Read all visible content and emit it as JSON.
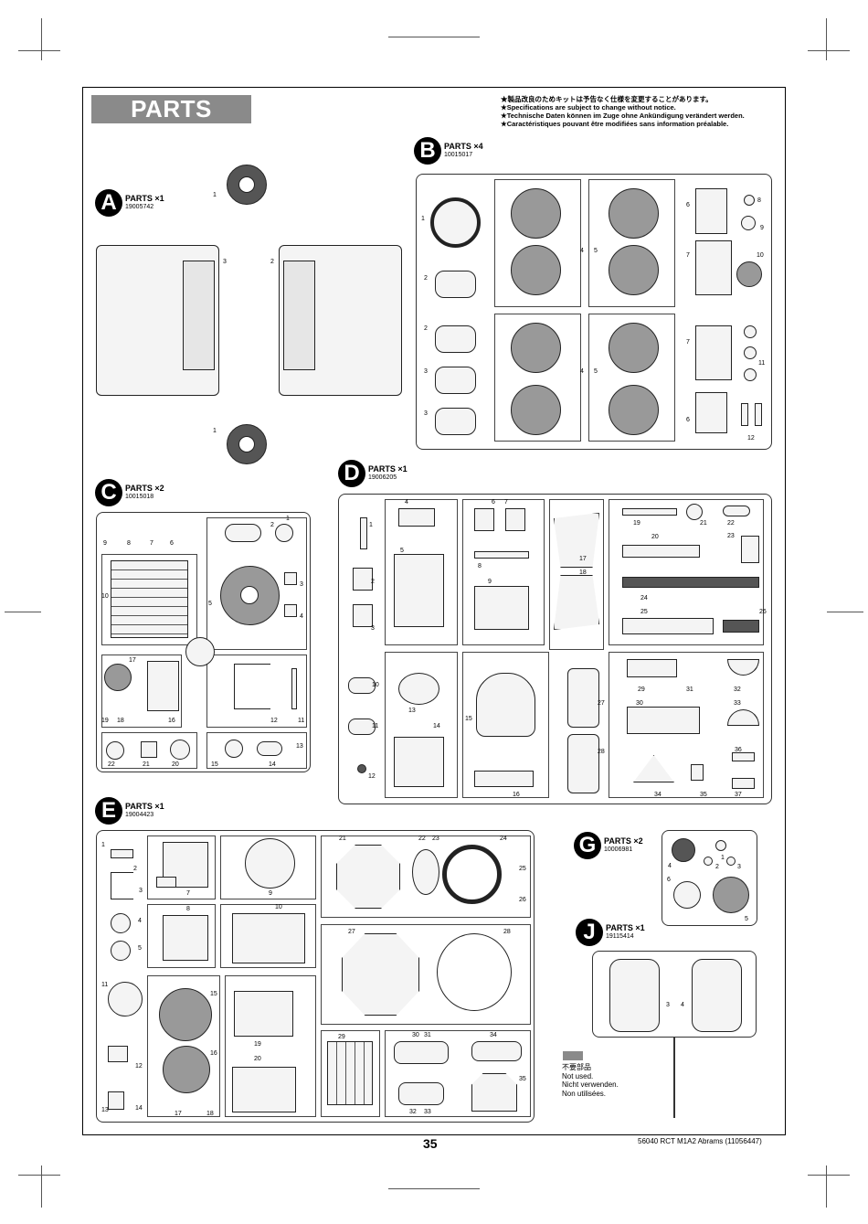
{
  "banner": {
    "title": "PARTS"
  },
  "notice": [
    "★製品改良のためキットは予告なく仕様を変更することがあります。",
    "★Specifications are subject to change without notice.",
    "★Technische Daten können im Zuge ohne Ankündigung verändert werden.",
    "★Caractéristiques pouvant être modifiées sans information préalable."
  ],
  "sections": {
    "A": {
      "letter": "A",
      "label": "PARTS ×1",
      "code": "19005742"
    },
    "B": {
      "letter": "B",
      "label": "PARTS ×4",
      "code": "10015017"
    },
    "C": {
      "letter": "C",
      "label": "PARTS ×2",
      "code": "10015018"
    },
    "D": {
      "letter": "D",
      "label": "PARTS ×1",
      "code": "19006205"
    },
    "E": {
      "letter": "E",
      "label": "PARTS ×1",
      "code": "19004423"
    },
    "G": {
      "letter": "G",
      "label": "PARTS ×2",
      "code": "10006981"
    },
    "J": {
      "letter": "J",
      "label": "PARTS ×1",
      "code": "19115414"
    }
  },
  "legend": [
    "不要部品",
    "Not used.",
    "Nicht verwenden.",
    "Non utilisées."
  ],
  "footer": {
    "page": "35",
    "model": "56040  RCT M1A2 Abrams (11056447)"
  }
}
